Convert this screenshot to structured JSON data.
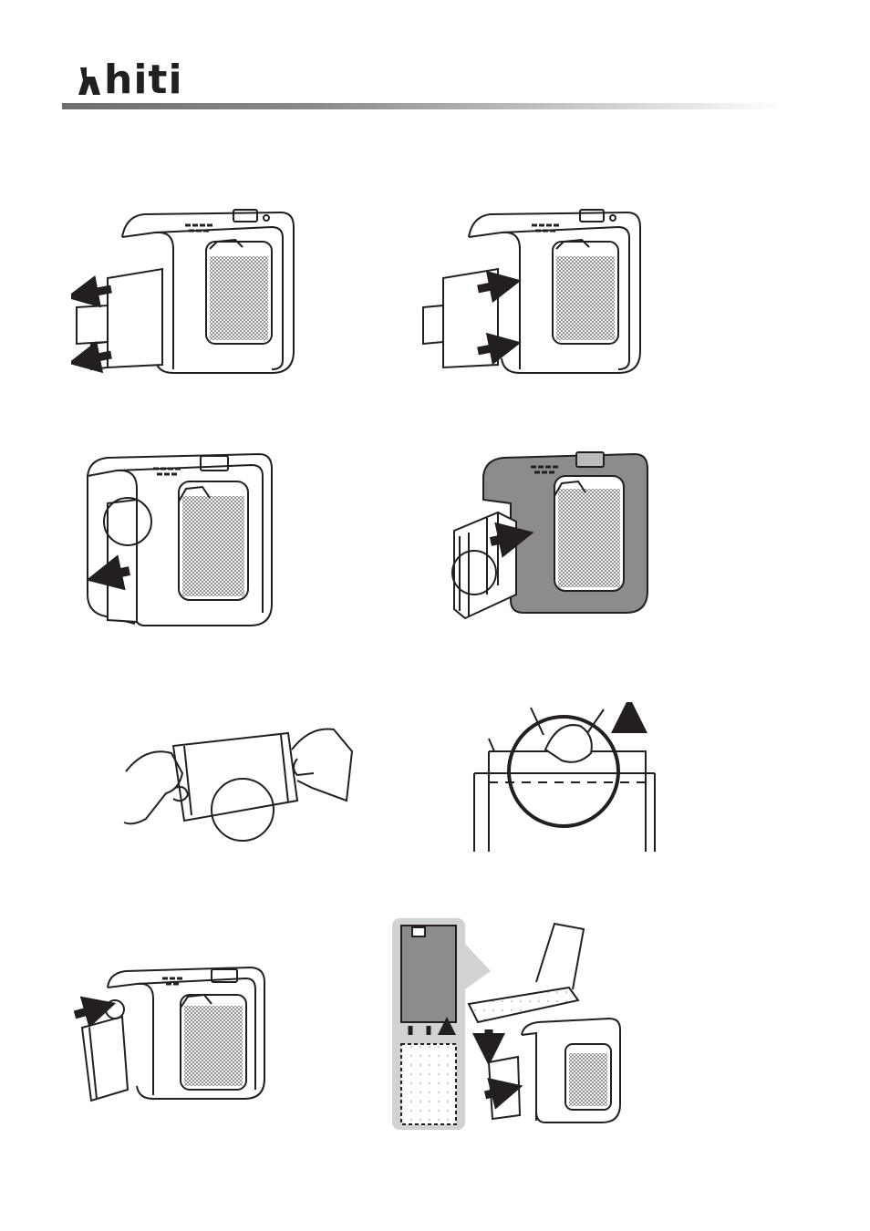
{
  "header": {
    "logo_text": "hiti",
    "rule_colors": [
      "#6e6e6e",
      "#ffffff"
    ]
  },
  "figures": [
    {
      "id": "remove-ribbon-cartridge"
    },
    {
      "id": "insert-ribbon-cartridge"
    },
    {
      "id": "open-paper-tray-door"
    },
    {
      "id": "insert-paper-tray"
    },
    {
      "id": "hold-paper-pack"
    },
    {
      "id": "remove-paper-seal"
    },
    {
      "id": "push-paper-tray"
    },
    {
      "id": "load-paper-into-tray"
    }
  ],
  "colors": {
    "line": "#231f20",
    "shade": "#8c8c8c",
    "panel": "#d2d2d2"
  }
}
